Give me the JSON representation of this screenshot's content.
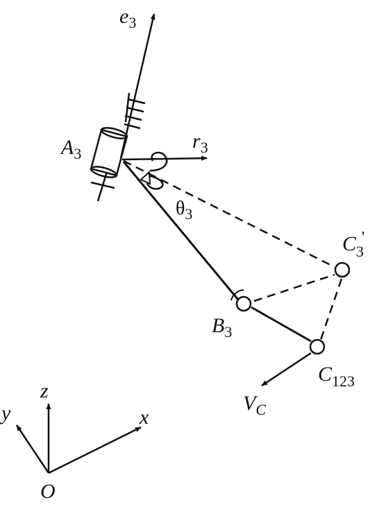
{
  "labels": {
    "e3": {
      "main": "e",
      "sub": "3"
    },
    "r3": {
      "main": "r",
      "sub": "3"
    },
    "a3": {
      "main": "A",
      "sub": "3"
    },
    "theta3": {
      "main": "θ",
      "sub": "3"
    },
    "c3p": {
      "main": "C",
      "sub": "3",
      "prime": "'"
    },
    "b3": {
      "main": "B",
      "sub": "3"
    },
    "c123": {
      "main": "C",
      "sub": "123"
    },
    "vc": {
      "main": "V",
      "sub": "C"
    },
    "z": "z",
    "y": "y",
    "x": "x",
    "o": "O"
  },
  "colors": {
    "ink": "#111111",
    "background": "#ffffff"
  }
}
